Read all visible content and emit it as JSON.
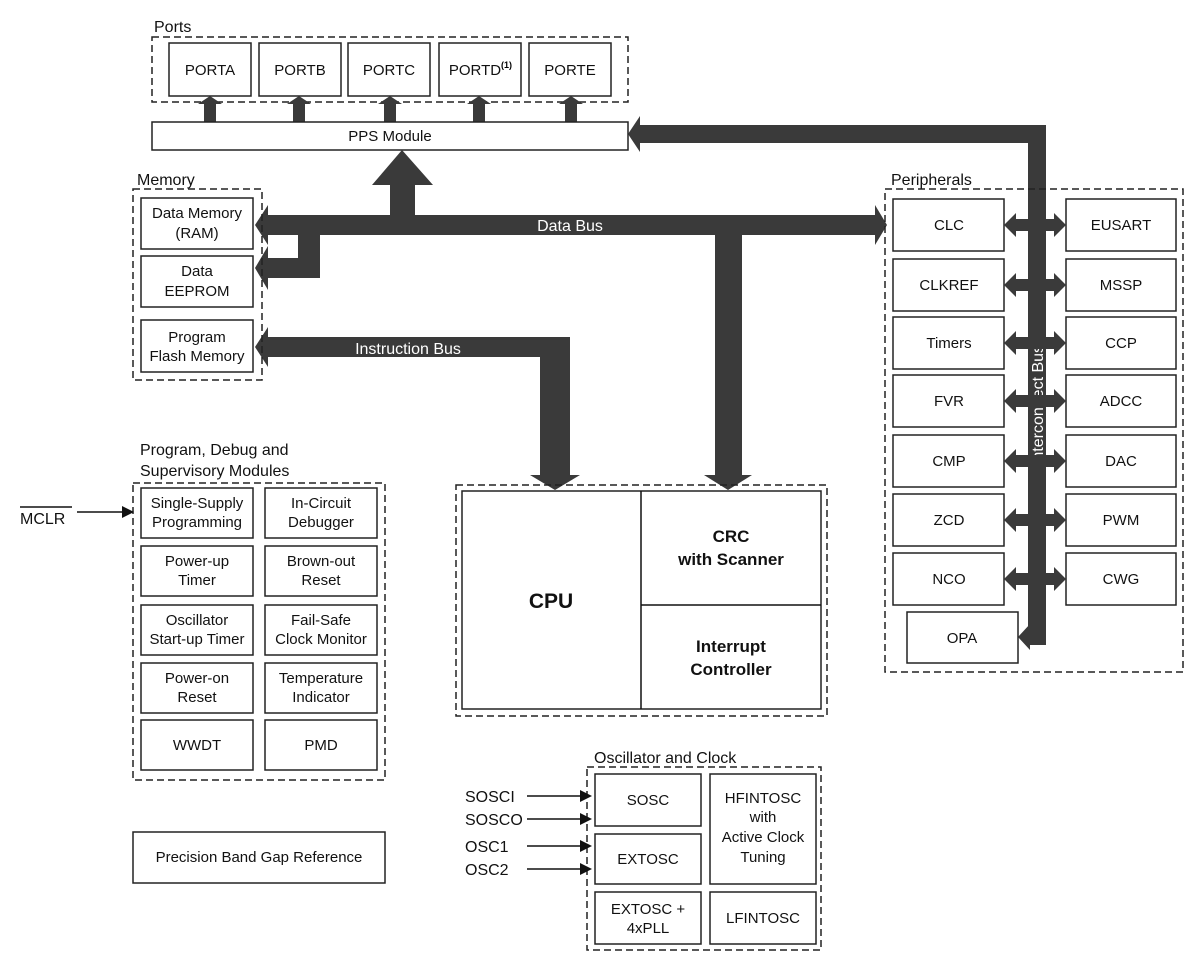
{
  "ports": {
    "title": "Ports",
    "items": [
      "PORTA",
      "PORTB",
      "PORTC",
      "PORTD",
      "PORTE"
    ],
    "portd_note": "(1)"
  },
  "pps": "PPS Module",
  "memory": {
    "title": "Memory",
    "data_memory": [
      "Data Memory",
      "(RAM)"
    ],
    "eeprom": [
      "Data",
      "EEPROM"
    ],
    "flash": [
      "Program",
      "Flash Memory"
    ]
  },
  "buses": {
    "data": "Data Bus",
    "instruction": "Instruction Bus",
    "interconnect": "Interconnect Bus"
  },
  "peripherals": {
    "title": "Peripherals",
    "left": [
      "CLC",
      "CLKREF",
      "Timers",
      "FVR",
      "CMP",
      "ZCD",
      "NCO"
    ],
    "right": [
      "EUSART",
      "MSSP",
      "CCP",
      "ADCC",
      "DAC",
      "PWM",
      "CWG"
    ],
    "extra": "OPA"
  },
  "debug": {
    "title": [
      "Program, Debug and",
      "Supervisory Modules"
    ],
    "mclr": "MCLR",
    "items": [
      [
        "Single-Supply",
        "Programming"
      ],
      [
        "In-Circuit",
        "Debugger"
      ],
      [
        "Power-up",
        "Timer"
      ],
      [
        "Brown-out",
        "Reset"
      ],
      [
        "Oscillator",
        "Start-up Timer"
      ],
      [
        "Fail-Safe",
        "Clock Monitor"
      ],
      [
        "Power-on",
        "Reset"
      ],
      [
        "Temperature",
        "Indicator"
      ],
      [
        "WWDT"
      ],
      [
        "PMD"
      ]
    ]
  },
  "core": {
    "cpu": "CPU",
    "crc": [
      "CRC",
      "with Scanner"
    ],
    "interrupt": [
      "Interrupt",
      "Controller"
    ]
  },
  "bandgap": "Precision Band Gap Reference",
  "oscillator": {
    "title": "Oscillator and Clock",
    "inputs": [
      "SOSCI",
      "SOSCO",
      "OSC1",
      "OSC2"
    ],
    "sosc": "SOSC",
    "extosc": "EXTOSC",
    "extosc_pll": [
      "EXTOSC +",
      "4xPLL"
    ],
    "hfintosc": [
      "HFINTOSC",
      "with",
      "Active Clock",
      "Tuning"
    ],
    "lfintosc": "LFINTOSC"
  }
}
